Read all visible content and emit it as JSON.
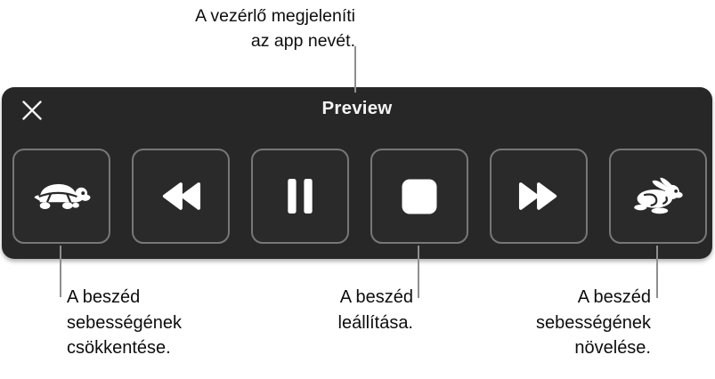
{
  "annotations": {
    "controller_name": {
      "lines": [
        "A vezérlő megjeleníti",
        "az app nevét."
      ]
    },
    "decrease_rate": {
      "lines": [
        "A beszéd",
        "sebességének",
        "csökkentése."
      ]
    },
    "stop_speech": {
      "lines": [
        "A beszéd",
        "leállítása."
      ]
    },
    "increase_rate": {
      "lines": [
        "A beszéd",
        "sebességének",
        "növelése."
      ]
    }
  },
  "controller": {
    "title": "Preview",
    "close_icon": "close-x-icon",
    "buttons": [
      {
        "id": "decrease-rate",
        "icon": "turtle-icon"
      },
      {
        "id": "rewind",
        "icon": "rewind-icon"
      },
      {
        "id": "pause",
        "icon": "pause-icon"
      },
      {
        "id": "stop",
        "icon": "stop-icon"
      },
      {
        "id": "fast-forward",
        "icon": "fast-forward-icon"
      },
      {
        "id": "increase-rate",
        "icon": "rabbit-icon"
      }
    ]
  },
  "colors": {
    "page_bg": "#ffffff",
    "panel_bg": "#272727",
    "button_border": "#777777",
    "icon": "#ffffff",
    "title_text": "#f4f4f4",
    "callout_line": "#8e8e8e",
    "annotation_text": "#0d0d0d"
  }
}
